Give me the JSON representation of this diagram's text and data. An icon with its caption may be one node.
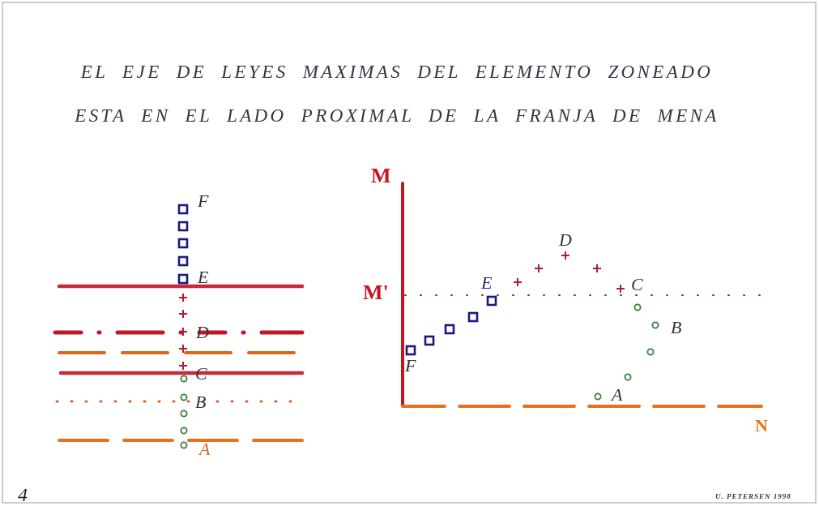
{
  "diagram": {
    "title": "EL EJE DE LEYES MAXIMAS DEL ELEMENTO ZONEADO ESTA EN EL LADO PROXIMAL DE LA FRANJA DE MENA",
    "labels": [
      "F",
      "E",
      "D",
      "C",
      "B",
      "A",
      "M",
      "D",
      "E",
      "M'",
      "C",
      "B",
      "F",
      "A",
      "N",
      "4",
      "U. PETERSEN 1998"
    ]
  }
}
